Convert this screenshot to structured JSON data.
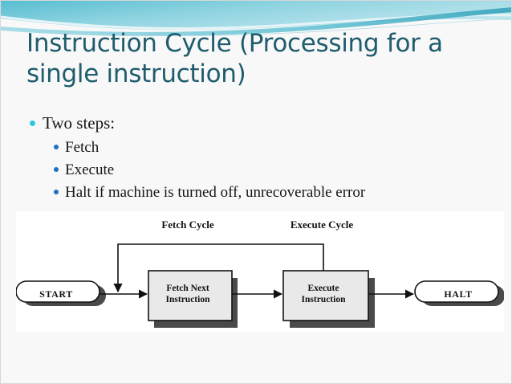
{
  "slide": {
    "title": "Instruction Cycle (Processing for a\nsingle instruction)",
    "title_color": "#1f5c6e",
    "background_color": "#f8f8f8",
    "accent_colors": {
      "wave_teal": "#76c9d8",
      "wave_deep_teal": "#3aa7bd",
      "bullet_level0": "#2cc8dc",
      "bullet_level1": "#1f6fc4"
    }
  },
  "bullets": [
    {
      "level": 0,
      "text": "Two steps:"
    },
    {
      "level": 1,
      "text": "Fetch"
    },
    {
      "level": 1,
      "text": "Execute"
    },
    {
      "level": 1,
      "text": "Halt if machine is turned off, unrecoverable error"
    }
  ],
  "diagram": {
    "type": "flowchart",
    "phase_labels": [
      {
        "id": "fetch-cycle",
        "text": "Fetch Cycle"
      },
      {
        "id": "execute-cycle",
        "text": "Execute Cycle"
      }
    ],
    "nodes": [
      {
        "id": "start",
        "shape": "stadium",
        "text": "START"
      },
      {
        "id": "fetch-next",
        "shape": "rect",
        "text": "Fetch Next\nInstruction"
      },
      {
        "id": "execute-instruction",
        "shape": "rect",
        "text": "Execute\nInstruction"
      },
      {
        "id": "halt",
        "shape": "stadium",
        "text": "HALT"
      }
    ],
    "edges": [
      {
        "from": "start",
        "to": "fetch-next"
      },
      {
        "from": "fetch-next",
        "to": "execute-instruction"
      },
      {
        "from": "execute-instruction",
        "to": "halt"
      },
      {
        "from": "execute-instruction",
        "to": "fetch-next",
        "kind": "feedback-loop"
      }
    ],
    "node_fill": "#e9e9e9",
    "node_stroke": "#111111",
    "shadow_color": "#4a4a4a"
  }
}
